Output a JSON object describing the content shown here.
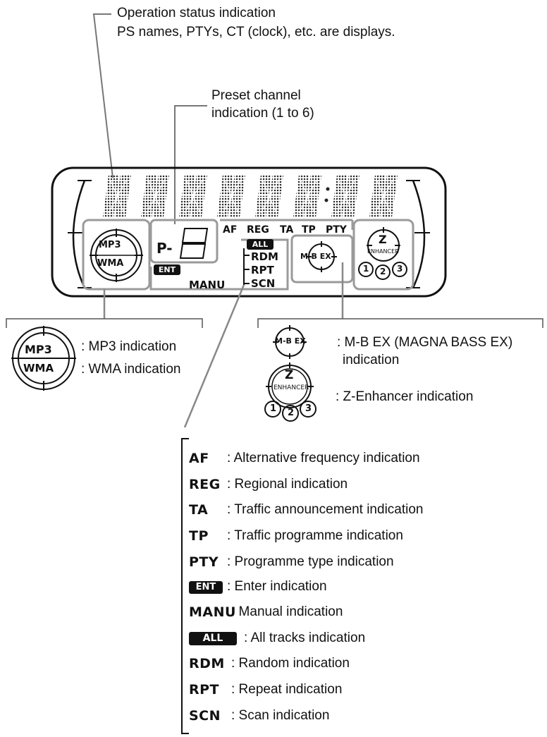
{
  "callouts": {
    "status_title": "Operation status indication",
    "status_desc": "PS names, PTYs, CT (clock), etc. are displays.",
    "preset_line1": "Preset channel",
    "preset_line2": "indication (1 to 6)"
  },
  "display": {
    "segment_count": 8,
    "preset_prefix": "P-",
    "indicators_top": [
      "AF",
      "REG",
      "TA",
      "TP",
      "PTY"
    ],
    "all_badge": "ALL",
    "mode_labels": [
      "RDM",
      "RPT",
      "SCN"
    ],
    "ent_badge": "ENT",
    "manu": "MANU",
    "mp3": "MP3",
    "wma": "WMA",
    "mbex": "M-B EX",
    "z_letter": "Z",
    "enhancer": "ENHANCER",
    "enh_levels": [
      "1",
      "2",
      "3"
    ]
  },
  "left_legend": [
    {
      "text": ": MP3 indication"
    },
    {
      "text": ": WMA indication"
    }
  ],
  "right_legend": [
    {
      "text": ": M-B EX (MAGNA BASS EX)"
    },
    {
      "text": "indication"
    },
    {
      "text": ": Z-Enhancer indication"
    }
  ],
  "bottom_legend": [
    {
      "key": "AF",
      "desc": ": Alternative frequency indication"
    },
    {
      "key": "REG",
      "desc": ": Regional indication"
    },
    {
      "key": "TA",
      "desc": ": Traffic announcement indication"
    },
    {
      "key": "TP",
      "desc": ": Traffic programme indication"
    },
    {
      "key": "PTY",
      "desc": ": Programme type indication"
    },
    {
      "key": "ENT",
      "desc": ": Enter indication"
    },
    {
      "key": "MANU",
      "desc": ": Manual indication"
    },
    {
      "key": "ALL",
      "desc": ": All tracks indication"
    },
    {
      "key": "RDM",
      "desc": ": Random indication"
    },
    {
      "key": "RPT",
      "desc": ": Repeat indication"
    },
    {
      "key": "SCN",
      "desc": ": Scan indication"
    }
  ]
}
